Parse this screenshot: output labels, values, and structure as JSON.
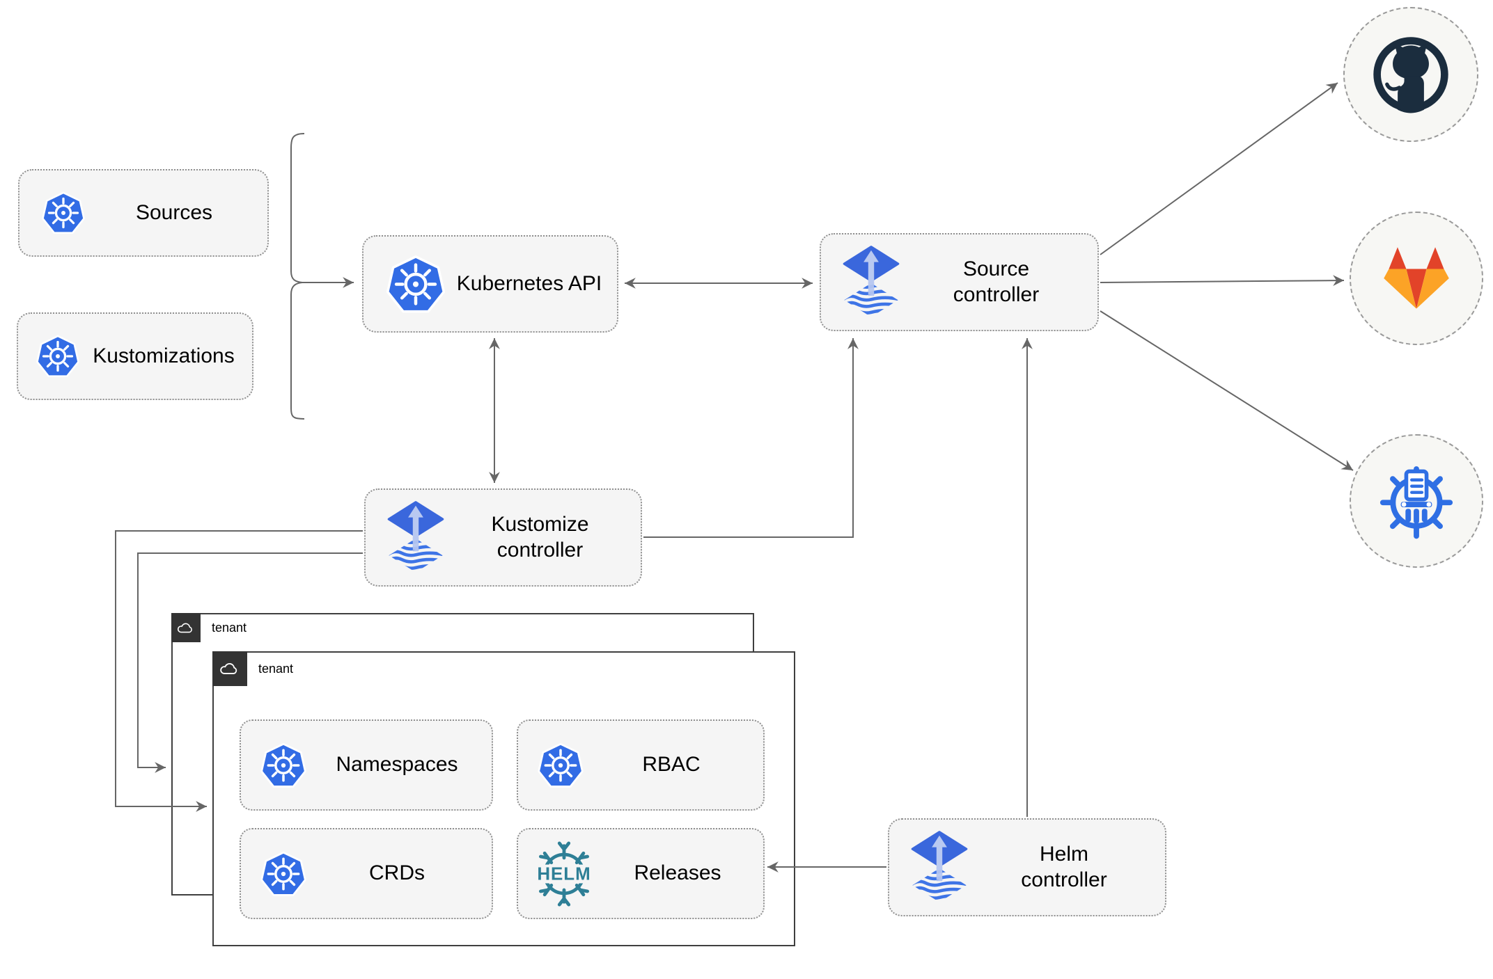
{
  "nodes": {
    "sources": {
      "label": "Sources",
      "icon": "kubernetes-icon"
    },
    "kustomizations": {
      "label": "Kustomizations",
      "icon": "kubernetes-icon"
    },
    "kubernetes_api": {
      "label": "Kubernetes API",
      "icon": "kubernetes-icon"
    },
    "source_controller": {
      "label": "Source controller",
      "icon": "flux-icon"
    },
    "kustomize_controller": {
      "label": "Kustomize controller",
      "icon": "flux-icon"
    },
    "helm_controller": {
      "label": "Helm controller",
      "icon": "flux-icon"
    },
    "tenant_outer": {
      "label": "tenant",
      "icon": "cloud-icon"
    },
    "tenant_inner": {
      "label": "tenant",
      "icon": "cloud-icon"
    },
    "namespaces": {
      "label": "Namespaces",
      "icon": "kubernetes-icon"
    },
    "rbac": {
      "label": "RBAC",
      "icon": "kubernetes-icon"
    },
    "crds": {
      "label": "CRDs",
      "icon": "kubernetes-icon"
    },
    "releases": {
      "label": "Releases",
      "icon": "helm-icon"
    }
  },
  "external_targets": [
    {
      "name": "github",
      "icon": "github-icon"
    },
    {
      "name": "gitlab",
      "icon": "gitlab-icon"
    },
    {
      "name": "container-registry",
      "icon": "registry-icon"
    }
  ],
  "icons": {
    "helm_text": "HELM"
  },
  "connections": [
    "sources/kustomizations -> kubernetes api",
    "kubernetes api <-> source controller",
    "kubernetes api <-> kustomize controller",
    "kustomize controller -> source controller",
    "helm controller -> source controller",
    "kustomize controller -> tenant (outer)",
    "kustomize controller -> tenant (inner)",
    "helm controller -> releases",
    "source controller -> github",
    "source controller -> gitlab",
    "source controller -> container registry"
  ],
  "colors": {
    "kubernetes_blue": "#326CE5",
    "flux_blue": "#3A67DC",
    "flux_light_arrow": "#B9C9F1",
    "helm_teal": "#2E7F96",
    "github_dark": "#1B2D3E",
    "gitlab_red": "#E24329",
    "gitlab_orange": "#FCA326",
    "registry_blue": "#2F6FE4",
    "line_gray": "#666666",
    "node_fill": "#F5F5F5",
    "tenant_tab": "#333333"
  }
}
